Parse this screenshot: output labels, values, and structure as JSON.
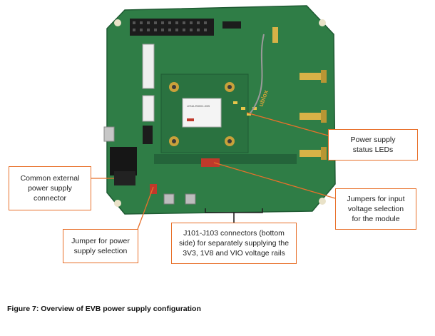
{
  "figure": {
    "caption": "Figure 7: Overview of EVB power supply configuration"
  },
  "board": {
    "module_label": "LENA-R8001-00B",
    "brand_mark": "ublox"
  },
  "callouts": {
    "leds": "Power supply\nstatus LEDs",
    "ext_power": "Common external\npower supply\nconnector",
    "jumpers_input": "Jumpers for input\nvoltage selection\nfor the module",
    "jumper_power": "Jumper for power\nsupply selection",
    "connectors": "J101-J103 connectors (bottom\nside) for separately supplying the\n3V3, 1V8 and VIO voltage rails"
  },
  "colors": {
    "pcb": "#2f7d46",
    "pcb_dark": "#24643a",
    "callout_border": "#e8702a",
    "gold": "#c9a13a"
  }
}
